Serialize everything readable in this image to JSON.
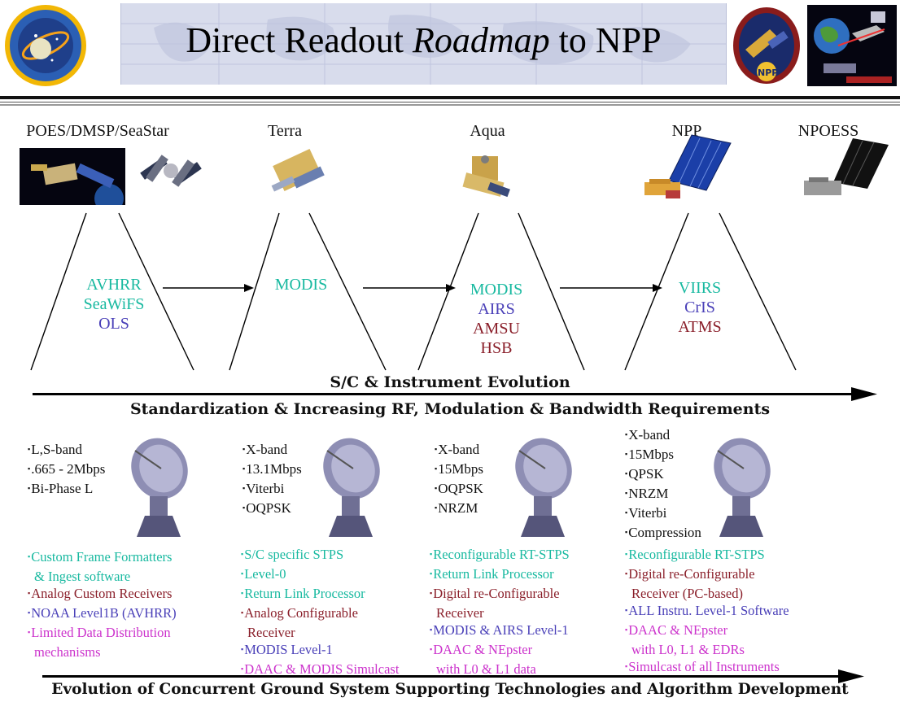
{
  "header": {
    "title_pre": "Direct Readout ",
    "title_em": "Roadmap",
    "title_post": " to NPP"
  },
  "logos": {
    "left": "nasa-seal-logo",
    "right_project": "npp-project-patch",
    "right_scene": "direct-readout-scene"
  },
  "spacecraft": [
    {
      "label": "POES/DMSP/SeaStar"
    },
    {
      "label": "Terra"
    },
    {
      "label": "Aqua"
    },
    {
      "label": "NPP"
    },
    {
      "label": "NPOESS"
    }
  ],
  "instrument_groups": [
    {
      "items": [
        {
          "text": "AVHRR",
          "color": "teal"
        },
        {
          "text": "SeaWiFS",
          "color": "teal"
        },
        {
          "text": "OLS",
          "color": "blue"
        }
      ]
    },
    {
      "items": [
        {
          "text": "MODIS",
          "color": "teal"
        }
      ]
    },
    {
      "items": [
        {
          "text": "MODIS",
          "color": "teal"
        },
        {
          "text": "AIRS",
          "color": "blue"
        },
        {
          "text": "AMSU",
          "color": "maroon"
        },
        {
          "text": "HSB",
          "color": "maroon"
        }
      ]
    },
    {
      "items": [
        {
          "text": "VIIRS",
          "color": "teal"
        },
        {
          "text": "CrIS",
          "color": "blue"
        },
        {
          "text": "ATMS",
          "color": "maroon"
        }
      ]
    }
  ],
  "headings": {
    "sc_evolution": "S/C & Instrument Evolution",
    "standardization": "Standardization & Increasing RF, Modulation & Bandwidth Requirements",
    "bottom": "Evolution of Concurrent Ground System Supporting Technologies and Algorithm Development"
  },
  "ground_stations": [
    {
      "specs": [
        "L,S-band",
        ".665 - 2Mbps",
        "Bi-Phase L"
      ]
    },
    {
      "specs": [
        "X-band",
        "13.1Mbps",
        "Viterbi",
        "OQPSK"
      ]
    },
    {
      "specs": [
        "X-band",
        "15Mbps",
        "OQPSK",
        "NRZM"
      ]
    },
    {
      "specs": [
        "X-band",
        "15Mbps",
        "QPSK",
        "NRZM",
        "Viterbi",
        "Compression"
      ]
    }
  ],
  "capabilities": [
    {
      "lines": [
        {
          "text": "Custom Frame Formatters",
          "color": "teal",
          "bullet": true
        },
        {
          "text": "& Ingest software",
          "color": "teal",
          "bullet": false
        },
        {
          "text": "Analog Custom Receivers",
          "color": "maroon",
          "bullet": true
        },
        {
          "text": "NOAA Level1B (AVHRR)",
          "color": "blue",
          "bullet": true
        },
        {
          "text": "Limited Data Distribution",
          "color": "magenta",
          "bullet": true
        },
        {
          "text": "mechanisms",
          "color": "magenta",
          "bullet": false
        }
      ]
    },
    {
      "lines": [
        {
          "text": "S/C specific STPS",
          "color": "teal",
          "bullet": true
        },
        {
          "text": "Level-0",
          "color": "teal",
          "bullet": true
        },
        {
          "text": "Return Link Processor",
          "color": "teal",
          "bullet": true
        },
        {
          "text": "Analog Configurable",
          "color": "maroon",
          "bullet": true
        },
        {
          "text": "Receiver",
          "color": "maroon",
          "bullet": false
        },
        {
          "text": "MODIS Level-1",
          "color": "blue",
          "bullet": true
        },
        {
          "text": "DAAC & MODIS Simulcast",
          "color": "magenta",
          "bullet": true
        }
      ]
    },
    {
      "lines": [
        {
          "text": "Reconfigurable RT-STPS",
          "color": "teal",
          "bullet": true
        },
        {
          "text": "Return Link Processor",
          "color": "teal",
          "bullet": true
        },
        {
          "text": "Digital re-Configurable",
          "color": "maroon",
          "bullet": true
        },
        {
          "text": "Receiver",
          "color": "maroon",
          "bullet": false
        },
        {
          "text": "MODIS & AIRS Level-1",
          "color": "blue",
          "bullet": true
        },
        {
          "text": "DAAC & NEpster",
          "color": "magenta",
          "bullet": true
        },
        {
          "text": "with L0 & L1 data",
          "color": "magenta",
          "bullet": false
        }
      ]
    },
    {
      "lines": [
        {
          "text": "Reconfigurable RT-STPS",
          "color": "teal",
          "bullet": true
        },
        {
          "text": "Digital re-Configurable",
          "color": "maroon",
          "bullet": true
        },
        {
          "text": "Receiver (PC-based)",
          "color": "maroon",
          "bullet": false
        },
        {
          "text": "ALL Instru.  Level-1 Software",
          "color": "blue",
          "bullet": true
        },
        {
          "text": "DAAC & NEpster",
          "color": "magenta",
          "bullet": true
        },
        {
          "text": "with L0, L1 & EDRs",
          "color": "magenta",
          "bullet": false
        },
        {
          "text": "Simulcast of all Instruments",
          "color": "magenta",
          "bullet": true
        }
      ]
    }
  ]
}
